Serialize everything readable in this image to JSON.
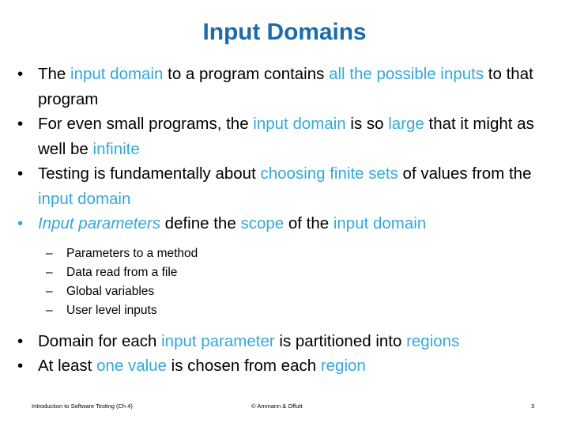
{
  "colors": {
    "title_blue": "#1b6cab",
    "accent_blue": "#35a8d8",
    "body_black": "#000000",
    "background": "#ffffff"
  },
  "title": "Input Domains",
  "bullets": [
    {
      "marker": "•",
      "marker_color": "black",
      "segments": [
        {
          "text": "The ",
          "style": "plain"
        },
        {
          "text": "input domain",
          "style": "accent"
        },
        {
          "text": " to a program contains ",
          "style": "plain"
        },
        {
          "text": "all the possible inputs",
          "style": "accent"
        },
        {
          "text": " to that program",
          "style": "plain"
        }
      ]
    },
    {
      "marker": "•",
      "marker_color": "black",
      "segments": [
        {
          "text": "For even small programs, the ",
          "style": "plain"
        },
        {
          "text": "input domain",
          "style": "accent"
        },
        {
          "text": " is so ",
          "style": "plain"
        },
        {
          "text": "large",
          "style": "accent"
        },
        {
          "text": " that it might as well be ",
          "style": "plain"
        },
        {
          "text": "infinite",
          "style": "accent"
        }
      ]
    },
    {
      "marker": "•",
      "marker_color": "black",
      "segments": [
        {
          "text": "Testing is fundamentally about ",
          "style": "plain"
        },
        {
          "text": "choosing finite sets",
          "style": "accent"
        },
        {
          "text": " of values from the ",
          "style": "plain"
        },
        {
          "text": "input domain",
          "style": "accent"
        }
      ]
    },
    {
      "marker": "•",
      "marker_color": "accent",
      "segments": [
        {
          "text": "Input parameters",
          "style": "accent-italic"
        },
        {
          "text": " define the ",
          "style": "plain"
        },
        {
          "text": "scope",
          "style": "accent"
        },
        {
          "text": " of the ",
          "style": "plain"
        },
        {
          "text": "input domain",
          "style": "accent"
        }
      ]
    }
  ],
  "sub_bullets": {
    "marker": "–",
    "items": [
      "Parameters to a method",
      "Data read from a file",
      "Global variables",
      "User level inputs"
    ]
  },
  "bullets_after": [
    {
      "marker": "•",
      "marker_color": "black",
      "segments": [
        {
          "text": "Domain for each ",
          "style": "plain"
        },
        {
          "text": "input parameter",
          "style": "accent"
        },
        {
          "text": " is partitioned into ",
          "style": "plain"
        },
        {
          "text": "regions",
          "style": "accent"
        }
      ]
    },
    {
      "marker": "•",
      "marker_color": "black",
      "segments": [
        {
          "text": "At least ",
          "style": "plain"
        },
        {
          "text": "one value",
          "style": "accent"
        },
        {
          "text": " is chosen from each ",
          "style": "plain"
        },
        {
          "text": "region",
          "style": "accent"
        }
      ]
    }
  ],
  "footer": {
    "left": "Introduction to Software Testing (Ch 4)",
    "center": "© Ammann & Offutt",
    "page": "3"
  }
}
